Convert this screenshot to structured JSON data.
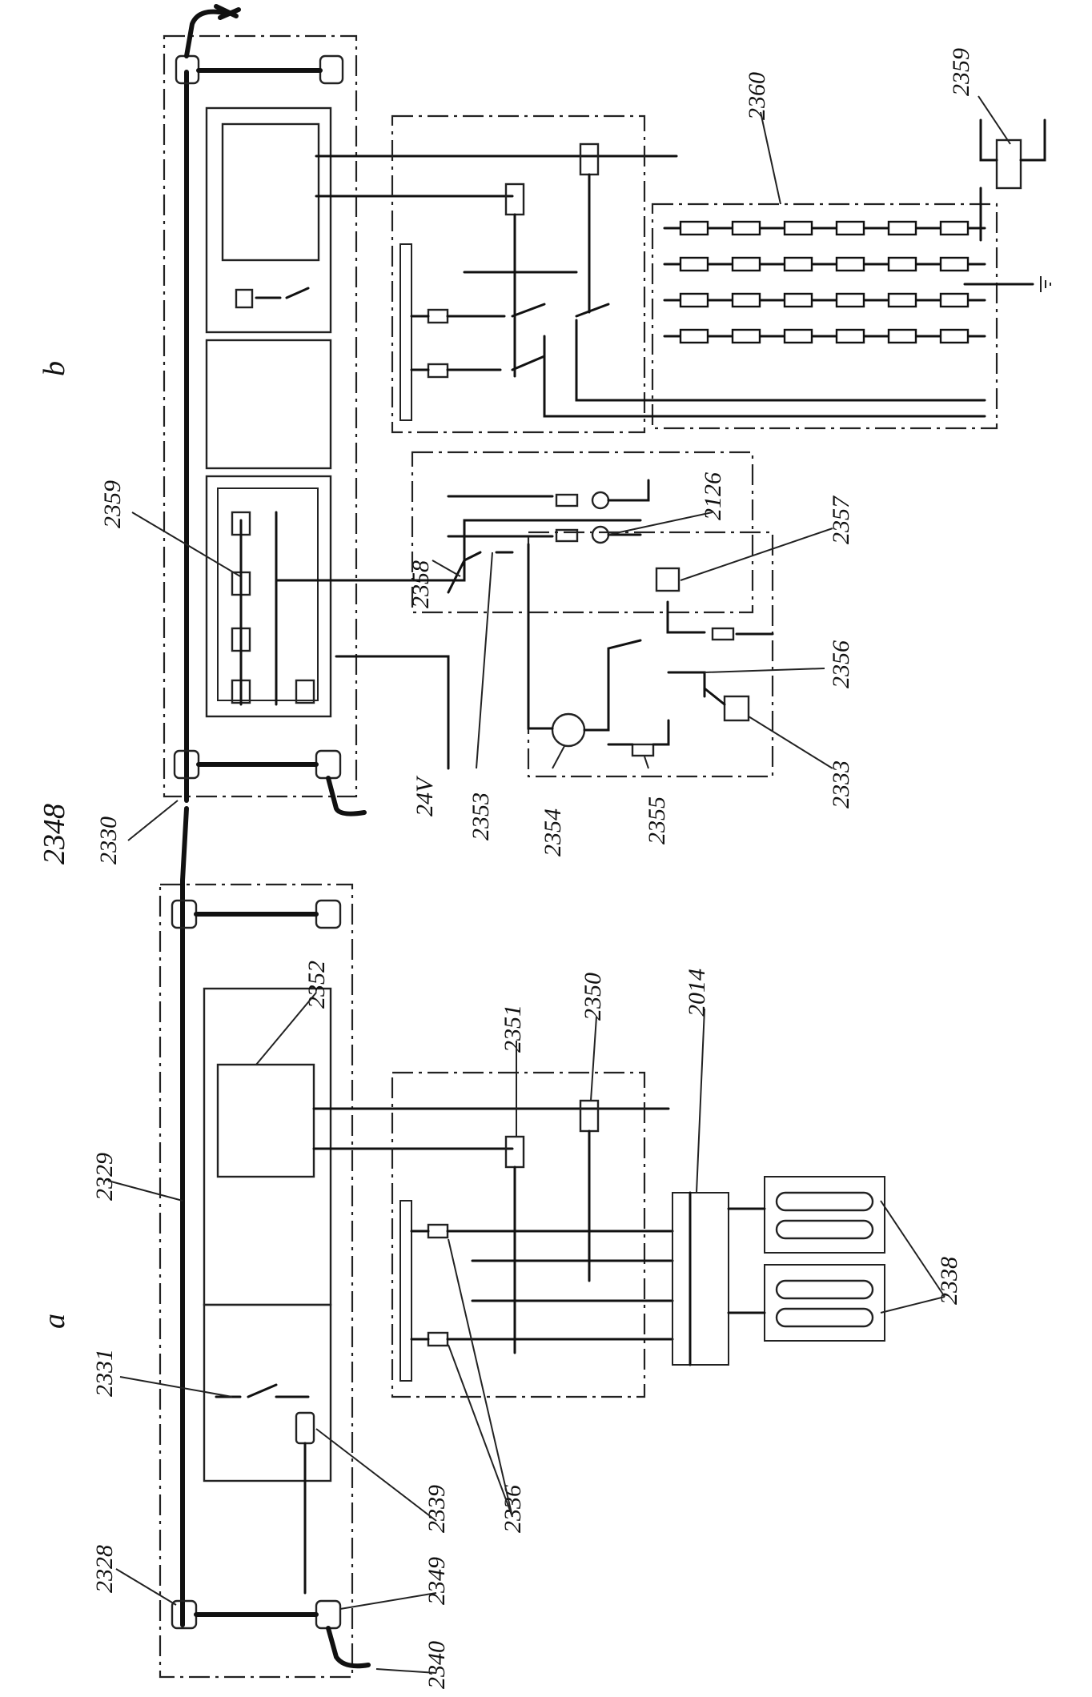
{
  "diagram": {
    "section_labels": {
      "a": "a",
      "b": "b",
      "center": "2348"
    },
    "labels": {
      "l2359_top": "2359",
      "l2360": "2360",
      "l2359_mid": "2359",
      "l2358": "2358",
      "l2126": "2126",
      "l2357": "2357",
      "l2356": "2356",
      "l2333": "2333",
      "l2353": "2353",
      "l2354": "2354",
      "l2355": "2355",
      "l2330": "2330",
      "l24v": "24V",
      "l2352": "2352",
      "l2351": "2351",
      "l2350": "2350",
      "l2014": "2014",
      "l2329": "2329",
      "l2338": "2338",
      "l2331": "2331",
      "l2339": "2339",
      "l2336": "2336",
      "l2328": "2328",
      "l2349": "2349",
      "l2340": "2340"
    }
  }
}
